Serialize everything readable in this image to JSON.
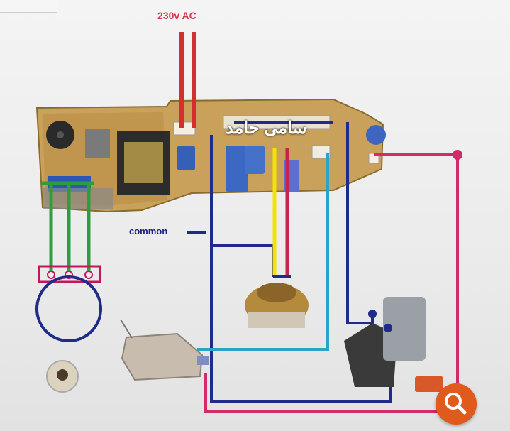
{
  "labels": {
    "supply": "230v AC",
    "common": "common",
    "watermark": "سامی حامد"
  },
  "components": {
    "control_board": "control-board",
    "motor": "wash-motor",
    "drain_pump": "drain-motor",
    "water_valve": "water-inlet-valve",
    "pressure_sensor": "water-level-sensor",
    "lid_switch_connector": "three-pin-connector",
    "buzzer": "buzzer"
  },
  "wire_colors": {
    "supply": "#d32f2f",
    "common": "#1f2a8a",
    "motor_cw": "#f2e400",
    "motor_ccw": "#c8234c",
    "drain": "#2aa3c9",
    "valve": "#c8234c",
    "sensor": "#2e9e3c",
    "loop": "#1f2a8a"
  },
  "icons": {
    "zoom": "search-icon"
  }
}
